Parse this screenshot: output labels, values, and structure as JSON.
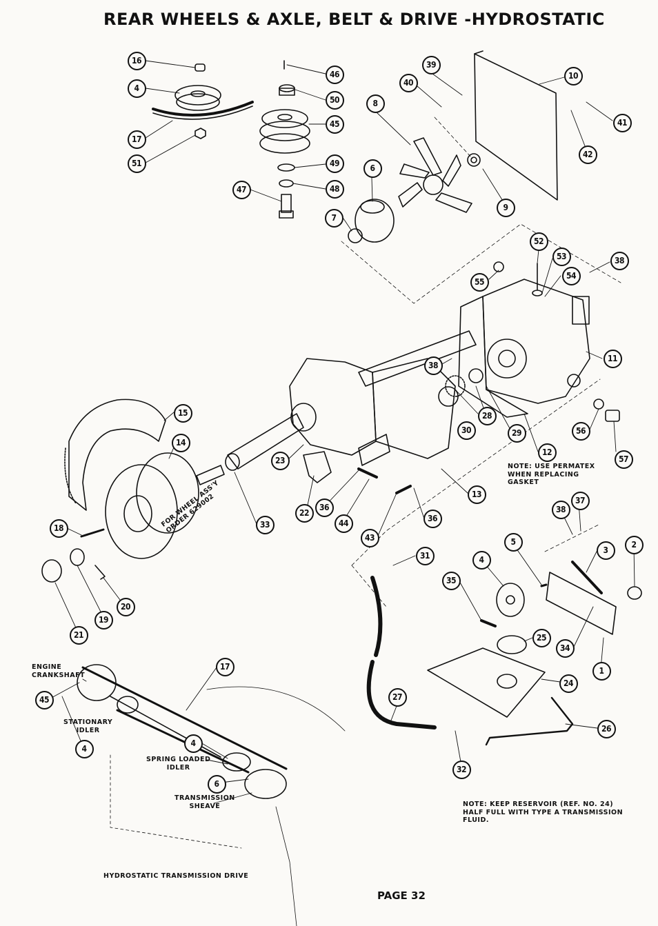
{
  "title": "REAR WHEELS & AXLE, BELT & DRIVE -HYDROSTATIC",
  "page": "PAGE 32",
  "notes": {
    "permatex": [
      "NOTE: USE PERMATEX",
      "WHEN REPLACING",
      "GASKET"
    ],
    "reservoir": [
      "NOTE: KEEP RESERVOIR (REF. NO. 24)",
      "HALF FULL WITH TYPE A TRANSMISSION",
      "FLUID."
    ],
    "wheel_assy": [
      "FOR WHEEL ASS'Y",
      "ORDER 629002"
    ]
  },
  "drive_labels": {
    "engine_crankshaft": [
      "ENGINE",
      "CRANKSHAFT"
    ],
    "stationary_idler": [
      "STATIONARY",
      "IDLER"
    ],
    "spring_loaded_idler": [
      "SPRING LOADED",
      "IDLER"
    ],
    "transmission_sheave": [
      "TRANSMISSION",
      "SHEAVE"
    ],
    "caption": "HYDROSTATIC TRANSMISSION DRIVE"
  },
  "callouts": [
    "16",
    "4",
    "17",
    "51",
    "46",
    "50",
    "45",
    "49",
    "48",
    "47",
    "39",
    "40",
    "8",
    "10",
    "41",
    "42",
    "9",
    "6",
    "7",
    "52",
    "53",
    "38",
    "55",
    "54",
    "11",
    "38",
    "30",
    "28",
    "29",
    "12",
    "15",
    "14",
    "23",
    "33",
    "22",
    "36",
    "44",
    "13",
    "43",
    "36",
    "18",
    "19",
    "20",
    "21",
    "56",
    "57",
    "37",
    "38",
    "5",
    "4",
    "3",
    "2",
    "35",
    "31",
    "25",
    "34",
    "1",
    "24",
    "27",
    "26",
    "32",
    "17",
    "45",
    "4",
    "4",
    "6"
  ],
  "colors": {
    "ink": "#111111",
    "paper": "#fbfaf7"
  }
}
